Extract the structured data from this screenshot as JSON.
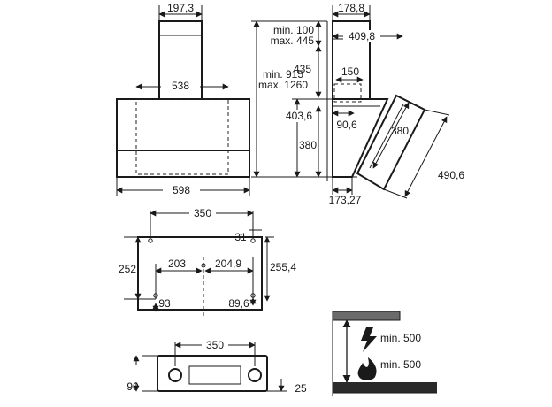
{
  "front_view": {
    "chimney_width": "197,3",
    "duct_width": "538",
    "body_width": "598"
  },
  "side_view": {
    "chimney_depth": "178,8",
    "chimney_to_wall": "409,8",
    "min_label": "min. 100",
    "max_label": "max. 445",
    "height_435": "435",
    "total_height_min": "min. 915",
    "total_height_max": "max. 1260",
    "outlet_150": "150",
    "outlet_90": "90,6",
    "height_403": "403,6",
    "height_380": "380",
    "glass_380": "380",
    "glass_490": "490,6",
    "bottom_depth": "173,27"
  },
  "bracket_view": {
    "top_span": "350",
    "offset_31": "31",
    "height_252": "252",
    "left_203": "203",
    "right_204": "204,9",
    "height_255": "255,4",
    "offset_93": "93",
    "offset_89": "89,6"
  },
  "bottom_view": {
    "span": "350",
    "height_90": "90",
    "offset_25": "25"
  },
  "clearance_view": {
    "electric_min": "min. 500",
    "gas_min": "min. 500",
    "electric_icon": "lightning-icon",
    "gas_icon": "flame-icon"
  }
}
